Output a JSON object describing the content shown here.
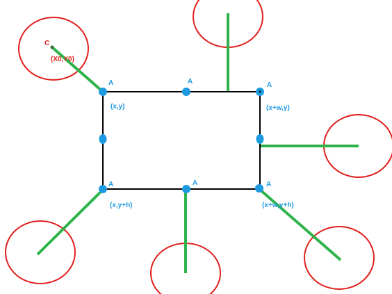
{
  "colors": {
    "background": "#ffffff",
    "rect_stroke": "#000000",
    "handle": "#1e9be0",
    "connector": "#2db34a",
    "circle": "#e0201c",
    "red_label": "#e0201c",
    "blue_label": "#1e9be0"
  },
  "labels": {
    "center_c": "C",
    "center_coords": "(X0,Y0)",
    "anchor": "A",
    "top_left": "(x,y)",
    "top_right": "(x+w,y)",
    "bottom_left": "(x,y+h)",
    "bottom_right": "(x+w,y+h)"
  }
}
